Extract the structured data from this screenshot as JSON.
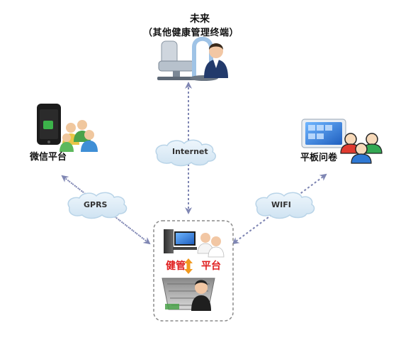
{
  "future_terminal": {
    "title": "未来",
    "subtitle": "（其他健康管理终端）"
  },
  "wechat": {
    "label": "微信平台"
  },
  "tablet": {
    "label": "平板问卷"
  },
  "links": {
    "internet": "Internet",
    "gprs": "GPRS",
    "wifi": "WIFI"
  },
  "hub": {
    "label_left": "健管",
    "label_right": "平台"
  },
  "colors": {
    "arrow": "#8a8fb5",
    "cloud": "#dcecf7",
    "cloud_stroke": "#b9d4e8",
    "hub_text": "#e02020",
    "hub_arrow": "#f29a1f"
  }
}
